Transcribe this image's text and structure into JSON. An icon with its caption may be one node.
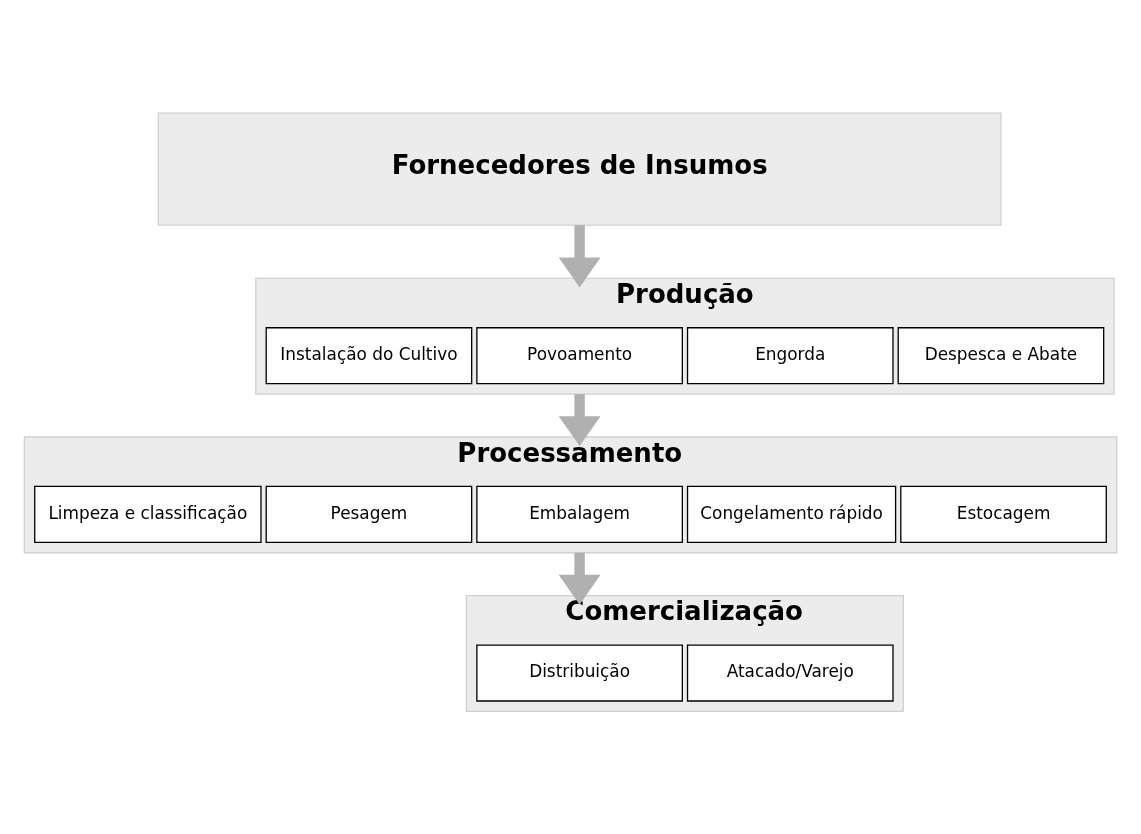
{
  "diagram": {
    "nodes": [
      {
        "text": [
          "Fornecedores de Insumos"
        ]
      },
      {
        "text": [
          "Produção"
        ]
      },
      {
        "text": [
          "Instalação do Cultivo"
        ],
        "in": 1
      },
      {
        "text": [
          "Povoamento"
        ],
        "in": 1
      },
      {
        "text": [
          "Engorda"
        ],
        "in": 1
      },
      {
        "text": [
          "Despesca e Abate"
        ],
        "in": 1
      },
      {
        "text": [
          "Processamento"
        ]
      },
      {
        "text": [
          "Limpeza e classificação"
        ],
        "in": 6
      },
      {
        "text": [
          "Pesagem"
        ],
        "in": 6
      },
      {
        "text": [
          "Embalagem"
        ],
        "in": 6
      },
      {
        "text": [
          "Congelamento rápido"
        ],
        "in": 6
      },
      {
        "text": [
          "Estocagem"
        ],
        "in": 6
      },
      {
        "text": [
          "Comercialização"
        ]
      },
      {
        "text": [
          "Distribuição"
        ],
        "in": 12
      },
      {
        "text": [
          "Atacado/Varejo"
        ],
        "in": 12
      }
    ],
    "edges": [
      {
        "from": 0,
        "to": 1,
        "arrow": "to"
      },
      {
        "from": 1,
        "to": 6,
        "arrow": "to"
      },
      {
        "from": 6,
        "to": 12,
        "arrow": "to"
      }
    ]
  }
}
